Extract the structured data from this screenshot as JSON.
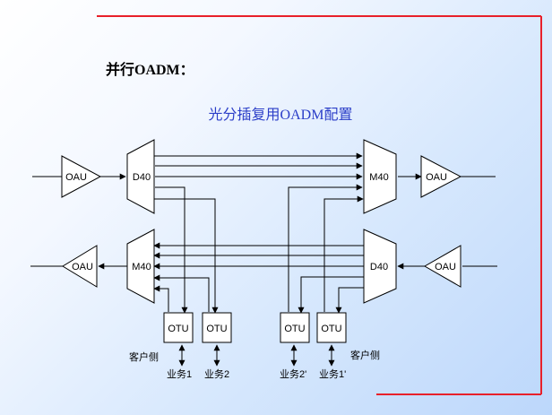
{
  "page": {
    "heading": "并行OADM：",
    "subtitle": "光分插复用OADM配置"
  },
  "colors": {
    "frame_line": "#e8202a",
    "title_text": "#2b3ec8",
    "diagram_line": "#000000",
    "shape_fill": "#ffffff"
  },
  "diagram": {
    "amplifiers": [
      {
        "id": "oau-top-left",
        "label": "OAU",
        "direction": "right"
      },
      {
        "id": "oau-top-right",
        "label": "OAU",
        "direction": "right"
      },
      {
        "id": "oau-bottom-left",
        "label": "OAU",
        "direction": "left"
      },
      {
        "id": "oau-bottom-right",
        "label": "OAU",
        "direction": "left"
      }
    ],
    "muxes": [
      {
        "id": "d40-top",
        "label": "D40"
      },
      {
        "id": "m40-top",
        "label": "M40"
      },
      {
        "id": "m40-bottom",
        "label": "M40"
      },
      {
        "id": "d40-bottom",
        "label": "D40"
      }
    ],
    "otus": [
      {
        "id": "otu-1",
        "label": "OTU"
      },
      {
        "id": "otu-2",
        "label": "OTU"
      },
      {
        "id": "otu-3",
        "label": "OTU"
      },
      {
        "id": "otu-4",
        "label": "OTU"
      }
    ],
    "labels": {
      "client_side_left": "客户侧",
      "client_side_right": "客户侧",
      "service_1": "业务1",
      "service_2": "业务2",
      "service_2p": "业务2'",
      "service_1p": "业务1'"
    }
  }
}
